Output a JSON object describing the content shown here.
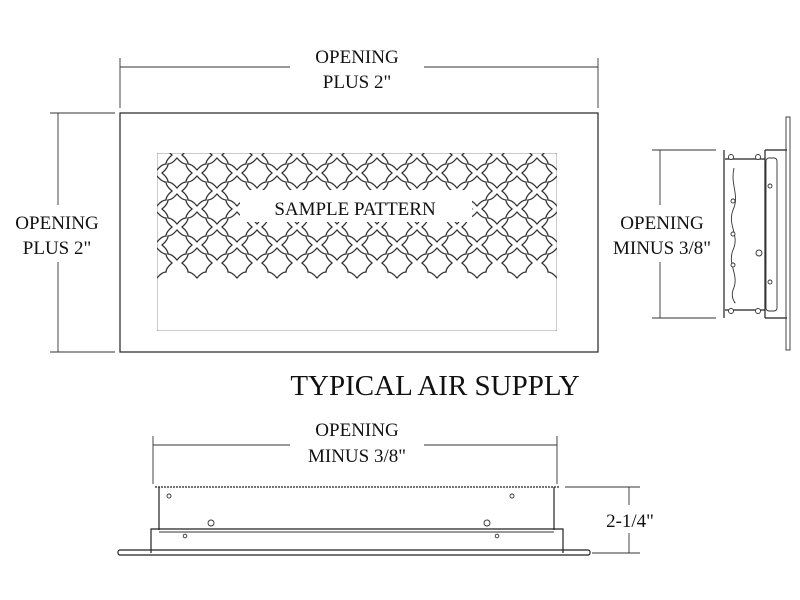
{
  "front_view": {
    "width_label": [
      "OPENING",
      "PLUS 2\""
    ],
    "height_label": [
      "OPENING",
      "PLUS 2\""
    ],
    "pattern_label": "SAMPLE PATTERN"
  },
  "side_view": {
    "height_label": [
      "OPENING",
      "MINUS 3/8\""
    ]
  },
  "title": "TYPICAL AIR SUPPLY",
  "bottom_view": {
    "width_label": [
      "OPENING",
      "MINUS 3/8\""
    ],
    "depth_label": "2-1/4\""
  }
}
